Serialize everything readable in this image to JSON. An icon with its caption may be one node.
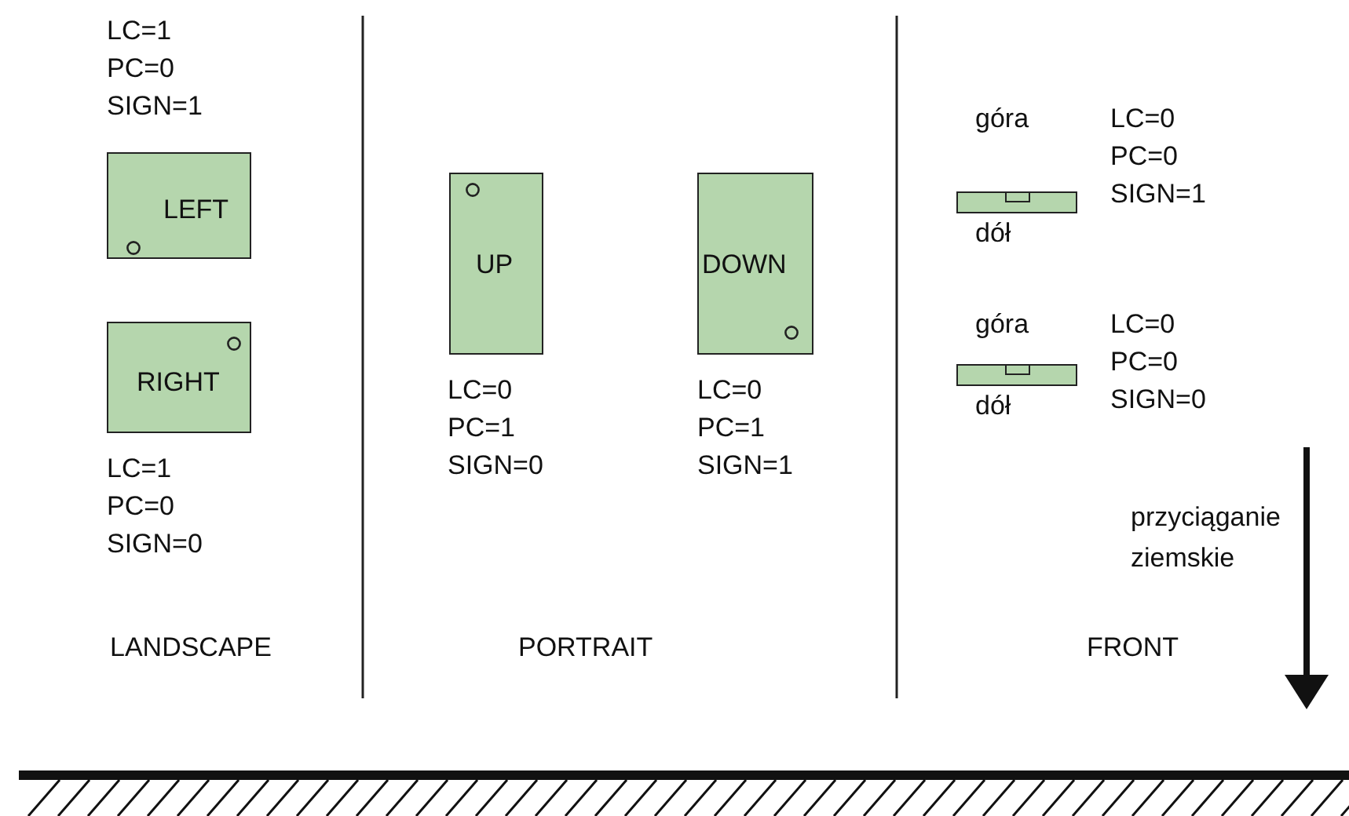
{
  "diagram": {
    "nodes": [
      {
        "text": [
          "LEFT"
        ],
        "beside": [
          "LC=1 PC=0 SIGN=1"
        ]
      },
      {
        "text": [
          "RIGHT"
        ],
        "beside": [
          "LC=1 PC=0 SIGN=0"
        ]
      },
      {
        "text": [
          "UP"
        ],
        "beside": [
          "LC=0 PC=1 SIGN=0"
        ]
      },
      {
        "text": [
          "DOWN"
        ],
        "beside": [
          "LC=0 PC=1 SIGN=1"
        ]
      },
      {
        "text": [],
        "shape": "box",
        "beside": [
          "góra",
          "dół",
          "LC=0 PC=0 SIGN=1"
        ]
      },
      {
        "text": [],
        "shape": "box",
        "beside": [
          "góra",
          "dół",
          "LC=0 PC=0 SIGN=0"
        ]
      }
    ],
    "labels": [
      "LANDSCAPE",
      "PORTRAIT",
      "FRONT",
      "przyciąganie ziemskie"
    ]
  }
}
